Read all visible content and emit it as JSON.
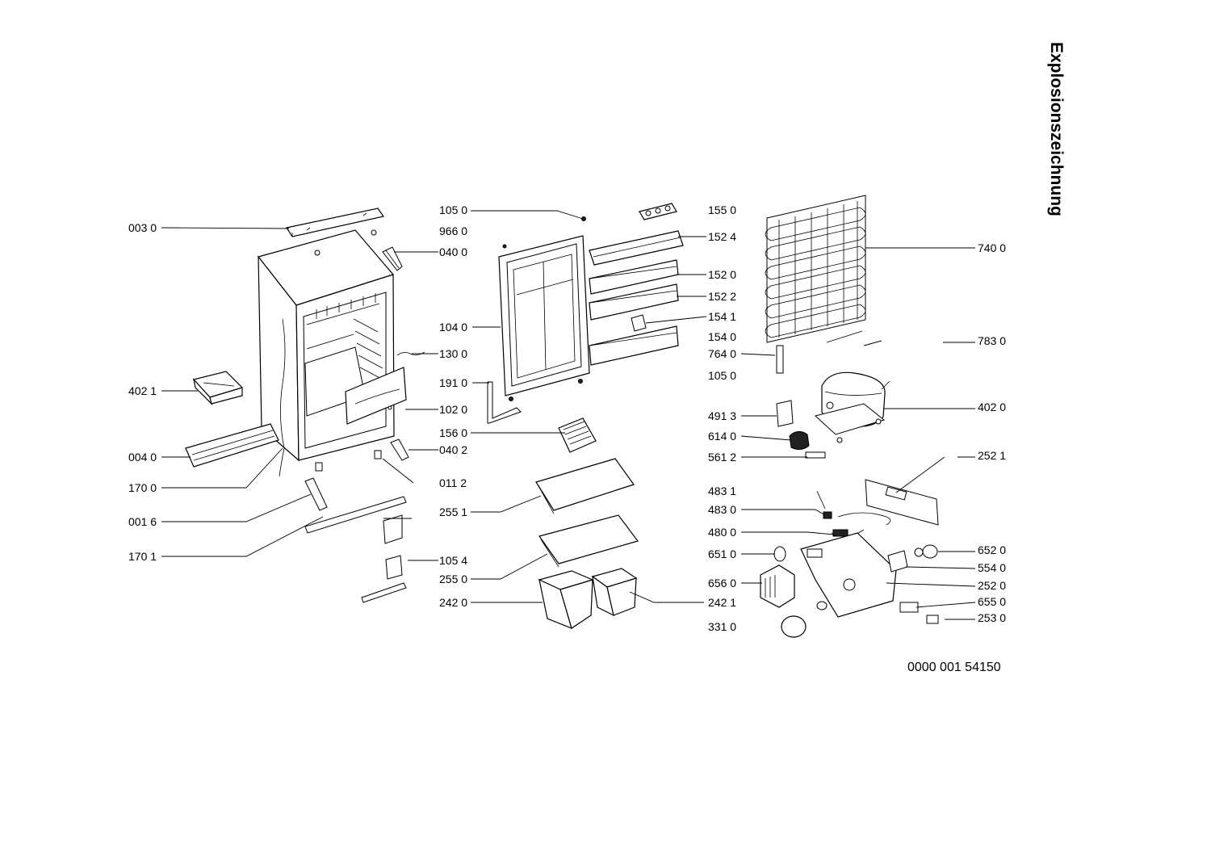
{
  "title": "Explosionszeichnung",
  "document_number": "0000 001 54150",
  "labels": {
    "l003_0": "003 0",
    "l402_1": "402 1",
    "l004_0": "004 0",
    "l170_0": "170 0",
    "l001_6": "001 6",
    "l170_1": "170 1",
    "l105_0a": "105 0",
    "l966_0": "966 0",
    "l040_0": "040 0",
    "l104_0": "104 0",
    "l130_0": "130 0",
    "l191_0": "191 0",
    "l102_0": "102 0",
    "l156_0": "156 0",
    "l040_2": "040 2",
    "l011_2": "011 2",
    "l255_1": "255 1",
    "l105_4": "105 4",
    "l255_0": "255 0",
    "l242_0": "242 0",
    "l155_0": "155 0",
    "l152_4": "152 4",
    "l152_0": "152 0",
    "l152_2": "152 2",
    "l154_1": "154 1",
    "l154_0": "154 0",
    "l764_0": "764 0",
    "l105_0b": "105 0",
    "l491_3": "491 3",
    "l614_0": "614 0",
    "l561_2": "561 2",
    "l483_1": "483 1",
    "l483_0": "483 0",
    "l480_0": "480 0",
    "l651_0": "651 0",
    "l656_0": "656 0",
    "l242_1": "242 1",
    "l331_0": "331 0",
    "l740_0": "740 0",
    "l783_0": "783 0",
    "l402_0": "402 0",
    "l252_1": "252 1",
    "l652_0": "652 0",
    "l554_0": "554 0",
    "l252_0": "252 0",
    "l655_0": "655 0",
    "l253_0": "253 0"
  }
}
